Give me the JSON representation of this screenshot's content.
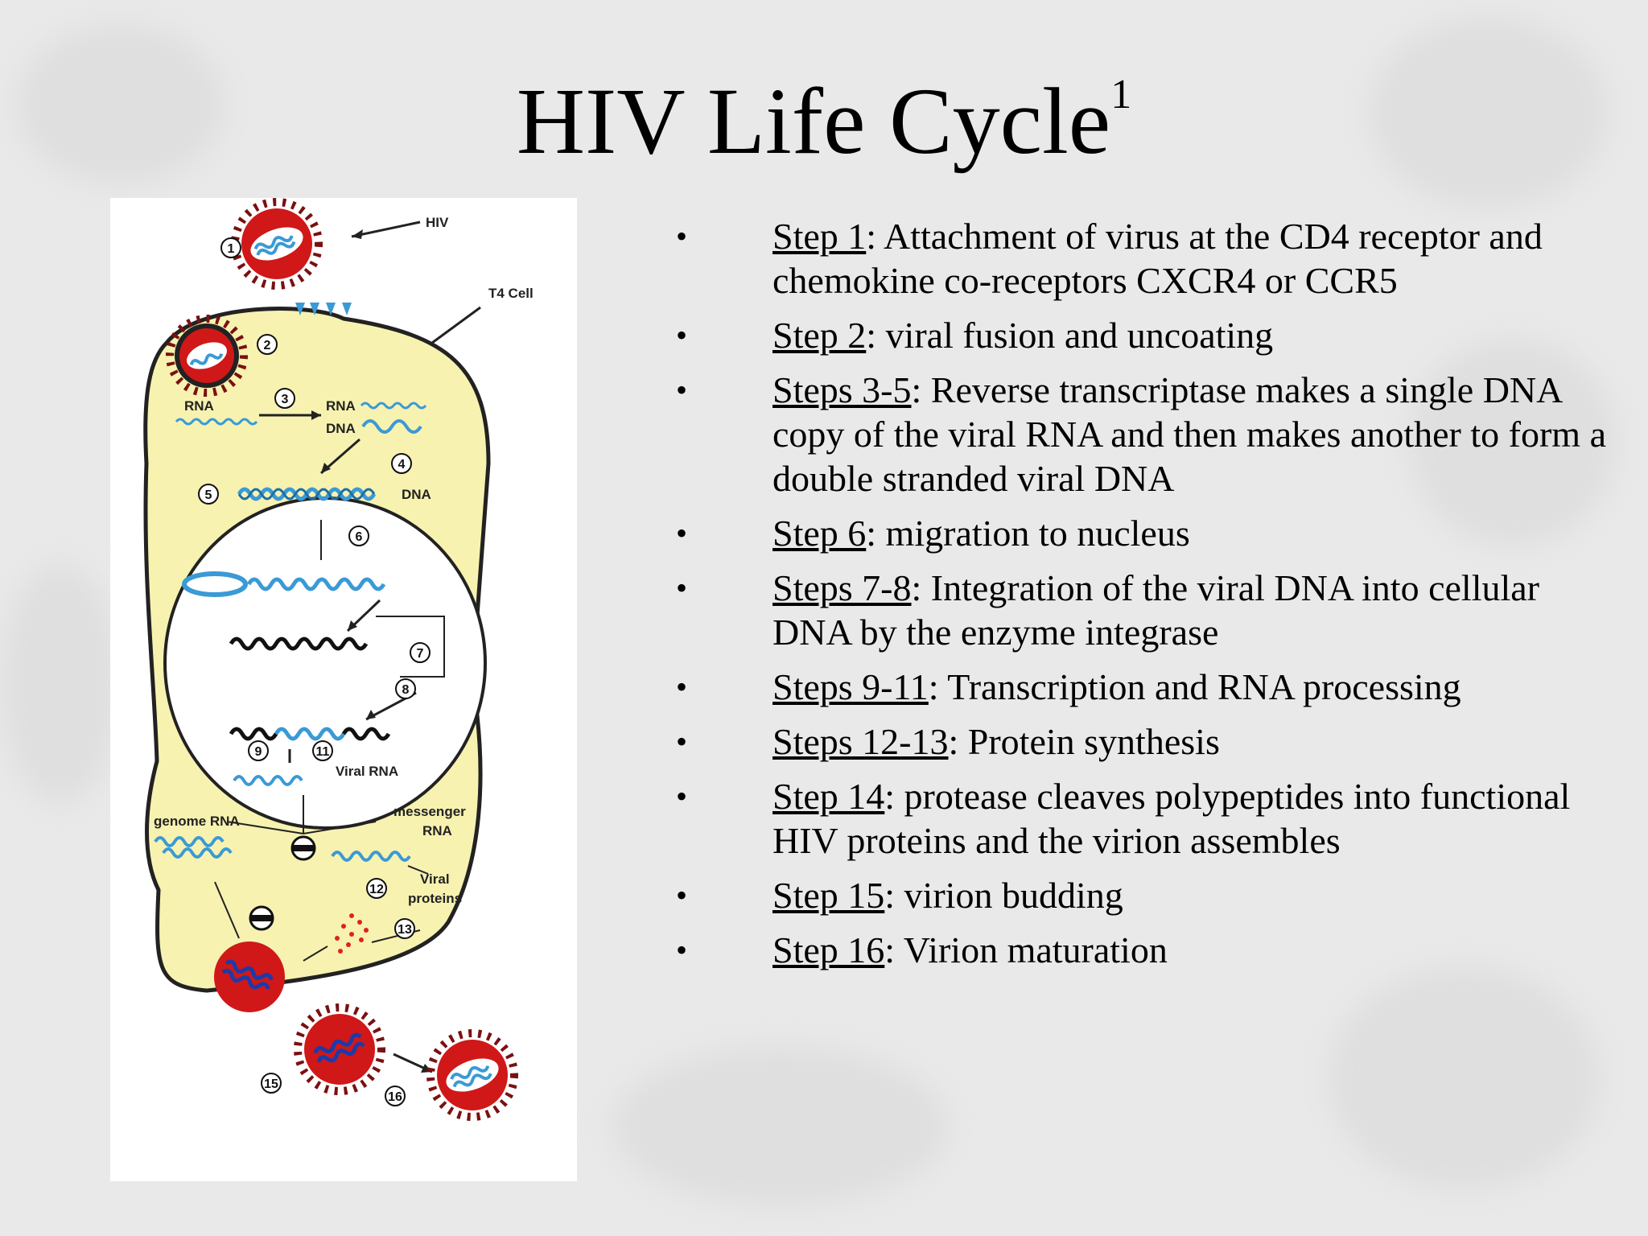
{
  "title": {
    "text": "HIV Life Cycle",
    "superscript": "1"
  },
  "diagram": {
    "labels": {
      "hiv": "HIV",
      "t4_cell": "T4 Cell",
      "rna": "RNA",
      "rna_2": "RNA",
      "dna": "DNA",
      "dna_2": "DNA",
      "viral_rna": "Viral RNA",
      "genome_rna": "genome RNA",
      "messenger": "messenger",
      "messenger_rna": "RNA",
      "viral": "Viral",
      "proteins": "proteins"
    },
    "step_numbers": [
      "1",
      "2",
      "3",
      "4",
      "5",
      "6",
      "7",
      "8",
      "9",
      "11",
      "12",
      "13",
      "15",
      "16"
    ]
  },
  "steps": [
    {
      "label": "Step 1",
      "text": ": Attachment of virus at the CD4 receptor and chemokine co-receptors CXCR4 or CCR5"
    },
    {
      "label": "Step 2",
      "text": ": viral fusion and uncoating"
    },
    {
      "label": "Steps 3-5",
      "text": ": Reverse transcriptase makes a single DNA copy of the viral RNA and then makes another to form a double stranded viral DNA"
    },
    {
      "label": "Step 6",
      "text": ": migration to nucleus"
    },
    {
      "label": "Steps 7-8",
      "text": ": Integration of the viral DNA into cellular DNA by the enzyme integrase"
    },
    {
      "label": "Steps 9-11",
      "text": ": Transcription and RNA processing"
    },
    {
      "label": "Steps 12-13",
      "text": ": Protein synthesis"
    },
    {
      "label": "Step 14",
      "text": ": protease cleaves polypeptides into functional HIV proteins and the virion assembles"
    },
    {
      "label": "Step 15",
      "text": ": virion budding"
    },
    {
      "label": "Step 16",
      "text": ": Virion maturation"
    }
  ],
  "bullet_char": "•",
  "colors": {
    "cell_fill": "#f7f2b0",
    "virus_red": "#d01818",
    "strand_blue": "#3a9ad6",
    "background": "#e9e9e9"
  }
}
